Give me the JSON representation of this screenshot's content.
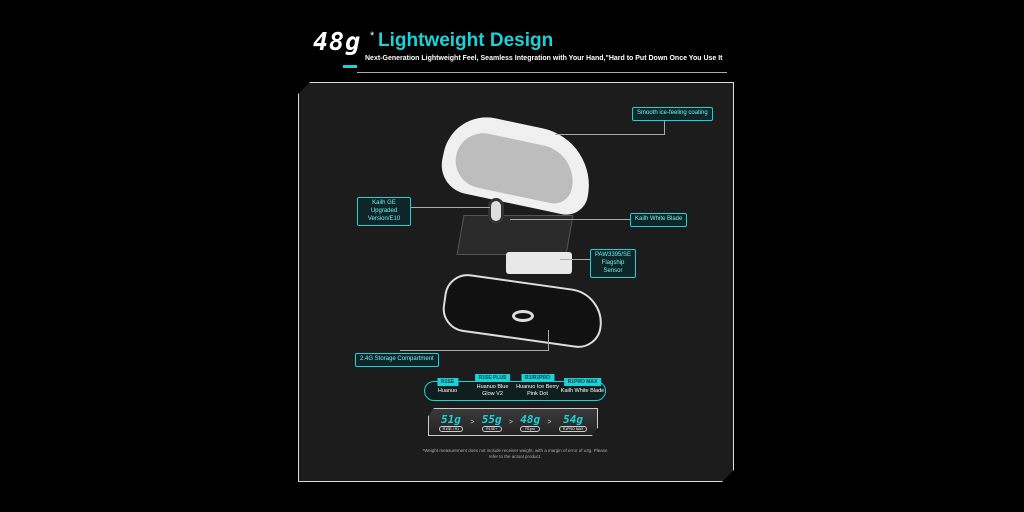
{
  "header": {
    "weight": "48g",
    "asterisk": "*",
    "title": "Lightweight Design",
    "subtitle": "Next-Generation Lightweight Feel, Seamless Integration with Your Hand,\"Hard to Put Down Once You Use It"
  },
  "callouts": {
    "coating": "Smooth ice-feeling coating",
    "encoder": "Kailh GE Upgraded Version/E10",
    "switch": "Kailh White Blade",
    "sensor": "PAW3395/SE Flagship Sensor",
    "storage": "2.4G Storage Compartment"
  },
  "variants": [
    {
      "model": "R1SE",
      "switch": "Huanuo"
    },
    {
      "model": "R1SE PLUS",
      "switch": "Huanuo Blue Glow V2"
    },
    {
      "model": "R1/R1PRO",
      "switch": "Huanuo Ice Berry Pink Dot"
    },
    {
      "model": "R1PRO MAX",
      "switch": "Kailh White Blade"
    }
  ],
  "weights": [
    {
      "value": "51g",
      "label": "R1SE / R1"
    },
    {
      "value": "55g",
      "label": "R1SE+"
    },
    {
      "value": "48g",
      "label": "R1pro"
    },
    {
      "value": "54g",
      "label": "R1PRO MAX"
    }
  ],
  "note": "*Weight measurement does not include receiver weight, with a margin of error of ±3g. Please refer to the actual product.",
  "accent": "#19d3d9"
}
